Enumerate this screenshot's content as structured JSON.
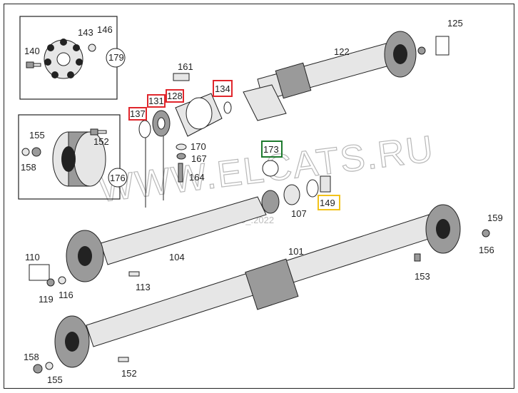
{
  "watermark": "WWW.ELCATS.RU",
  "date_stamp": "27.0_.2022",
  "highlight_colors": {
    "red": "#e0262c",
    "green": "#1e7a2e",
    "yellow": "#f2c21a"
  },
  "parts": {
    "p101": "101",
    "p104": "104",
    "p107": "107",
    "p110": "110",
    "p113": "113",
    "p116": "116",
    "p119": "119",
    "p122": "122",
    "p125": "125",
    "p128": "128",
    "p131": "131",
    "p134": "134",
    "p137": "137",
    "p140": "140",
    "p143": "143",
    "p146": "146",
    "p149": "149",
    "p152a": "152",
    "p152b": "152",
    "p153": "153",
    "p155a": "155",
    "p155b": "155",
    "p156": "156",
    "p158a": "158",
    "p158b": "158",
    "p159": "159",
    "p161": "161",
    "p164": "164",
    "p167": "167",
    "p170": "170",
    "p173": "173",
    "p176": "176",
    "p179": "179"
  }
}
